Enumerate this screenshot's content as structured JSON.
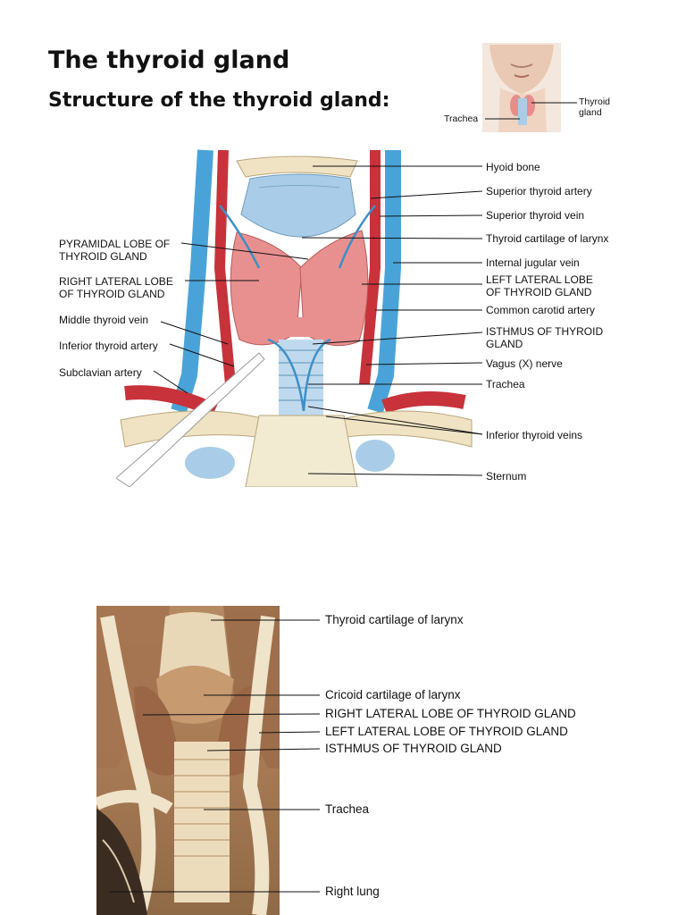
{
  "page": {
    "title": "The thyroid gland",
    "subtitle": "Structure of the thyroid gland:"
  },
  "thumbnail": {
    "labels": {
      "thyroid_gland_line1": "Thyroid",
      "thyroid_gland_line2": "gland",
      "trachea": "Trachea"
    }
  },
  "diagram": {
    "right_labels": [
      "Hyoid bone",
      "Superior thyroid artery",
      "Superior thyroid vein",
      "Thyroid cartilage of larynx",
      "Internal jugular vein",
      "LEFT LATERAL LOBE",
      "OF THYROID GLAND",
      "Common carotid artery",
      "ISTHMUS OF THYROID",
      "GLAND",
      "Vagus (X) nerve",
      "Trachea",
      "Inferior thyroid veins",
      "Sternum"
    ],
    "left_labels": [
      "PYRAMIDAL LOBE OF",
      "THYROID GLAND",
      "RIGHT LATERAL LOBE",
      "OF THYROID GLAND",
      "Middle thyroid vein",
      "Inferior thyroid artery",
      "Subclavian artery"
    ]
  },
  "photo": {
    "labels": [
      "Thyroid cartilage of larynx",
      "Cricoid cartilage of larynx",
      "RIGHT LATERAL LOBE OF THYROID GLAND",
      "LEFT LATERAL LOBE OF THYROID GLAND",
      "ISTHMUS OF THYROID GLAND",
      "Trachea",
      "Right lung"
    ]
  },
  "colors": {
    "artery": "#c8323a",
    "vein": "#4aa3d8",
    "thyroid": "#e8908f",
    "cartilage": "#a9cde8",
    "bone": "#efe3c3",
    "tissue_photo": "#b98a5e"
  }
}
